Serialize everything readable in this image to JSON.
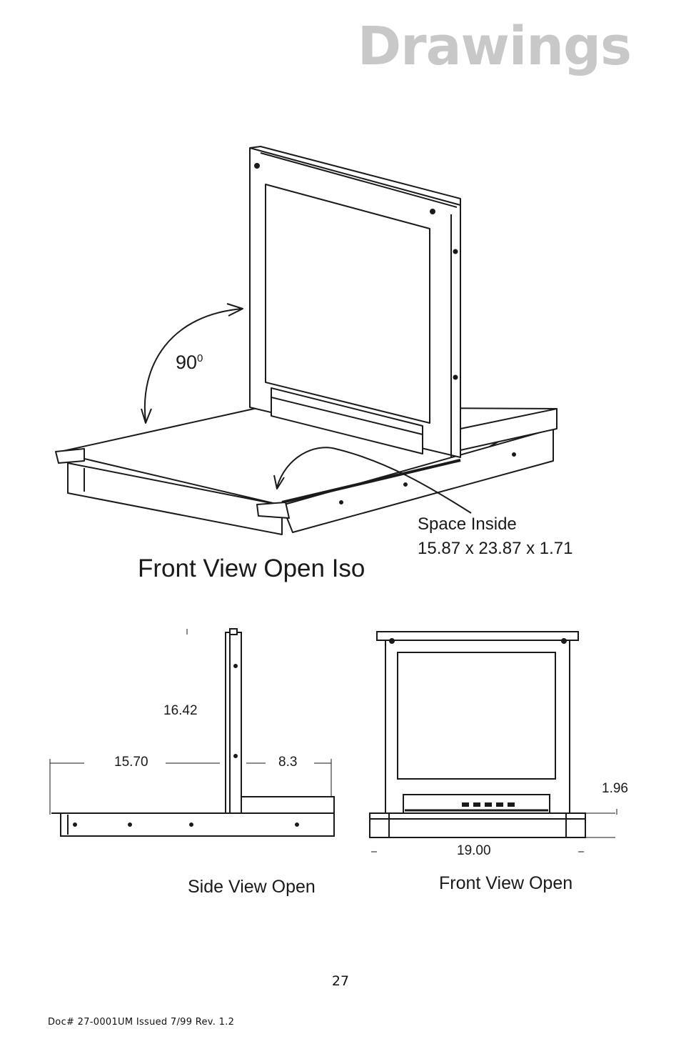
{
  "header": {
    "title": "Drawings"
  },
  "iso_view": {
    "caption": "Front View Open Iso",
    "angle_value": "90",
    "angle_superscript": "0",
    "space_label": "Space Inside",
    "space_dims": "15.87 x 23.87 x 1.71"
  },
  "side_view": {
    "caption": "Side View Open",
    "dim_height": "16.42",
    "dim_front_depth": "15.70",
    "dim_rear_depth": "8.3"
  },
  "front_view": {
    "caption": "Front View Open",
    "dim_width": "19.00",
    "dim_height": "1.96"
  },
  "page_number": "27",
  "footer": "Doc# 27-0001UM  Issued 7/99  Rev. 1.2"
}
